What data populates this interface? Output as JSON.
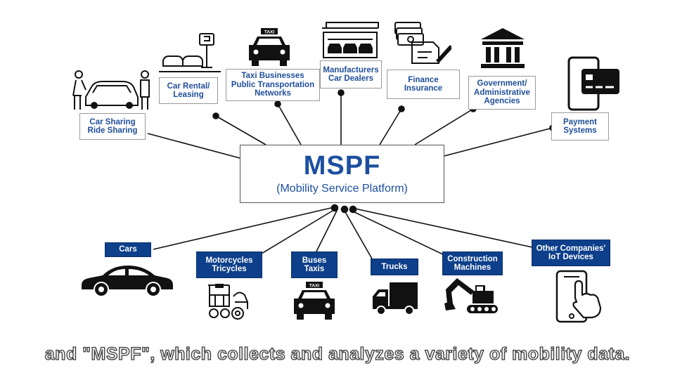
{
  "center": {
    "title": "MSPF",
    "subtitle": "(Mobility Service Platform)"
  },
  "top_nodes": [
    {
      "id": "car-sharing",
      "label": "Car Sharing\nRide Sharing",
      "icon": "people-car-icon"
    },
    {
      "id": "car-rental",
      "label": "Car Rental/\nLeasing",
      "icon": "rental-lot-icon"
    },
    {
      "id": "taxi-business",
      "label": "Taxi Businesses\nPublic Transportation\nNetworks",
      "icon": "taxi-icon"
    },
    {
      "id": "manufacturers",
      "label": "Manufacturers\nCar Dealers",
      "icon": "dealership-icon"
    },
    {
      "id": "finance",
      "label": "Finance Insurance",
      "icon": "money-document-icon"
    },
    {
      "id": "government",
      "label": "Government/\nAdministrative\nAgencies",
      "icon": "government-building-icon"
    },
    {
      "id": "payment",
      "label": "Payment\nSystems",
      "icon": "phone-card-icon"
    }
  ],
  "bottom_nodes": [
    {
      "id": "cars",
      "label": "Cars",
      "icon": "sedan-icon"
    },
    {
      "id": "motorcycles",
      "label": "Motorcycles\nTricycles",
      "icon": "tricycle-motorcycle-icon"
    },
    {
      "id": "buses",
      "label": "Buses\nTaxis",
      "icon": "taxi-front-icon"
    },
    {
      "id": "trucks",
      "label": "Trucks",
      "icon": "truck-icon"
    },
    {
      "id": "construction",
      "label": "Construction\nMachines",
      "icon": "excavator-icon"
    },
    {
      "id": "iot",
      "label": "Other Companies'\nIoT Devices",
      "icon": "smartphone-touch-icon"
    }
  ],
  "caption": "and \"MSPF\", which collects and analyzes a variety of mobility data.",
  "colors": {
    "label_text": "#1f4e99",
    "dark_label_bg": "#0d3f8a",
    "center_text": "#1c4fa0",
    "line": "#111111"
  }
}
